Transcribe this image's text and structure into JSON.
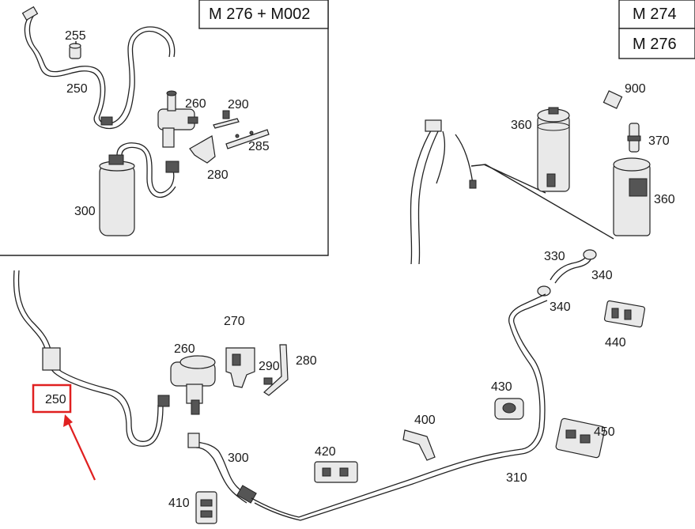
{
  "headers": {
    "inset_left": "M 276 + M002",
    "inset_right_top": "M 274",
    "inset_right_bottom": "M 276"
  },
  "callouts": {
    "c255": "255",
    "c250_inset": "250",
    "c260_inset": "260",
    "c290_inset": "290",
    "c285": "285",
    "c280_inset": "280",
    "c300_inset": "300",
    "c900": "900",
    "c360_top": "360",
    "c370": "370",
    "c360_right": "360",
    "c330": "330",
    "c340_a": "340",
    "c340_b": "340",
    "c440": "440",
    "c270": "270",
    "c260": "260",
    "c290": "290",
    "c280": "280",
    "c250_main": "250",
    "c300": "300",
    "c410": "410",
    "c420": "420",
    "c400": "400",
    "c430": "430",
    "c450": "450",
    "c310": "310"
  },
  "highlight": {
    "label": "250",
    "color": "#e02020"
  }
}
